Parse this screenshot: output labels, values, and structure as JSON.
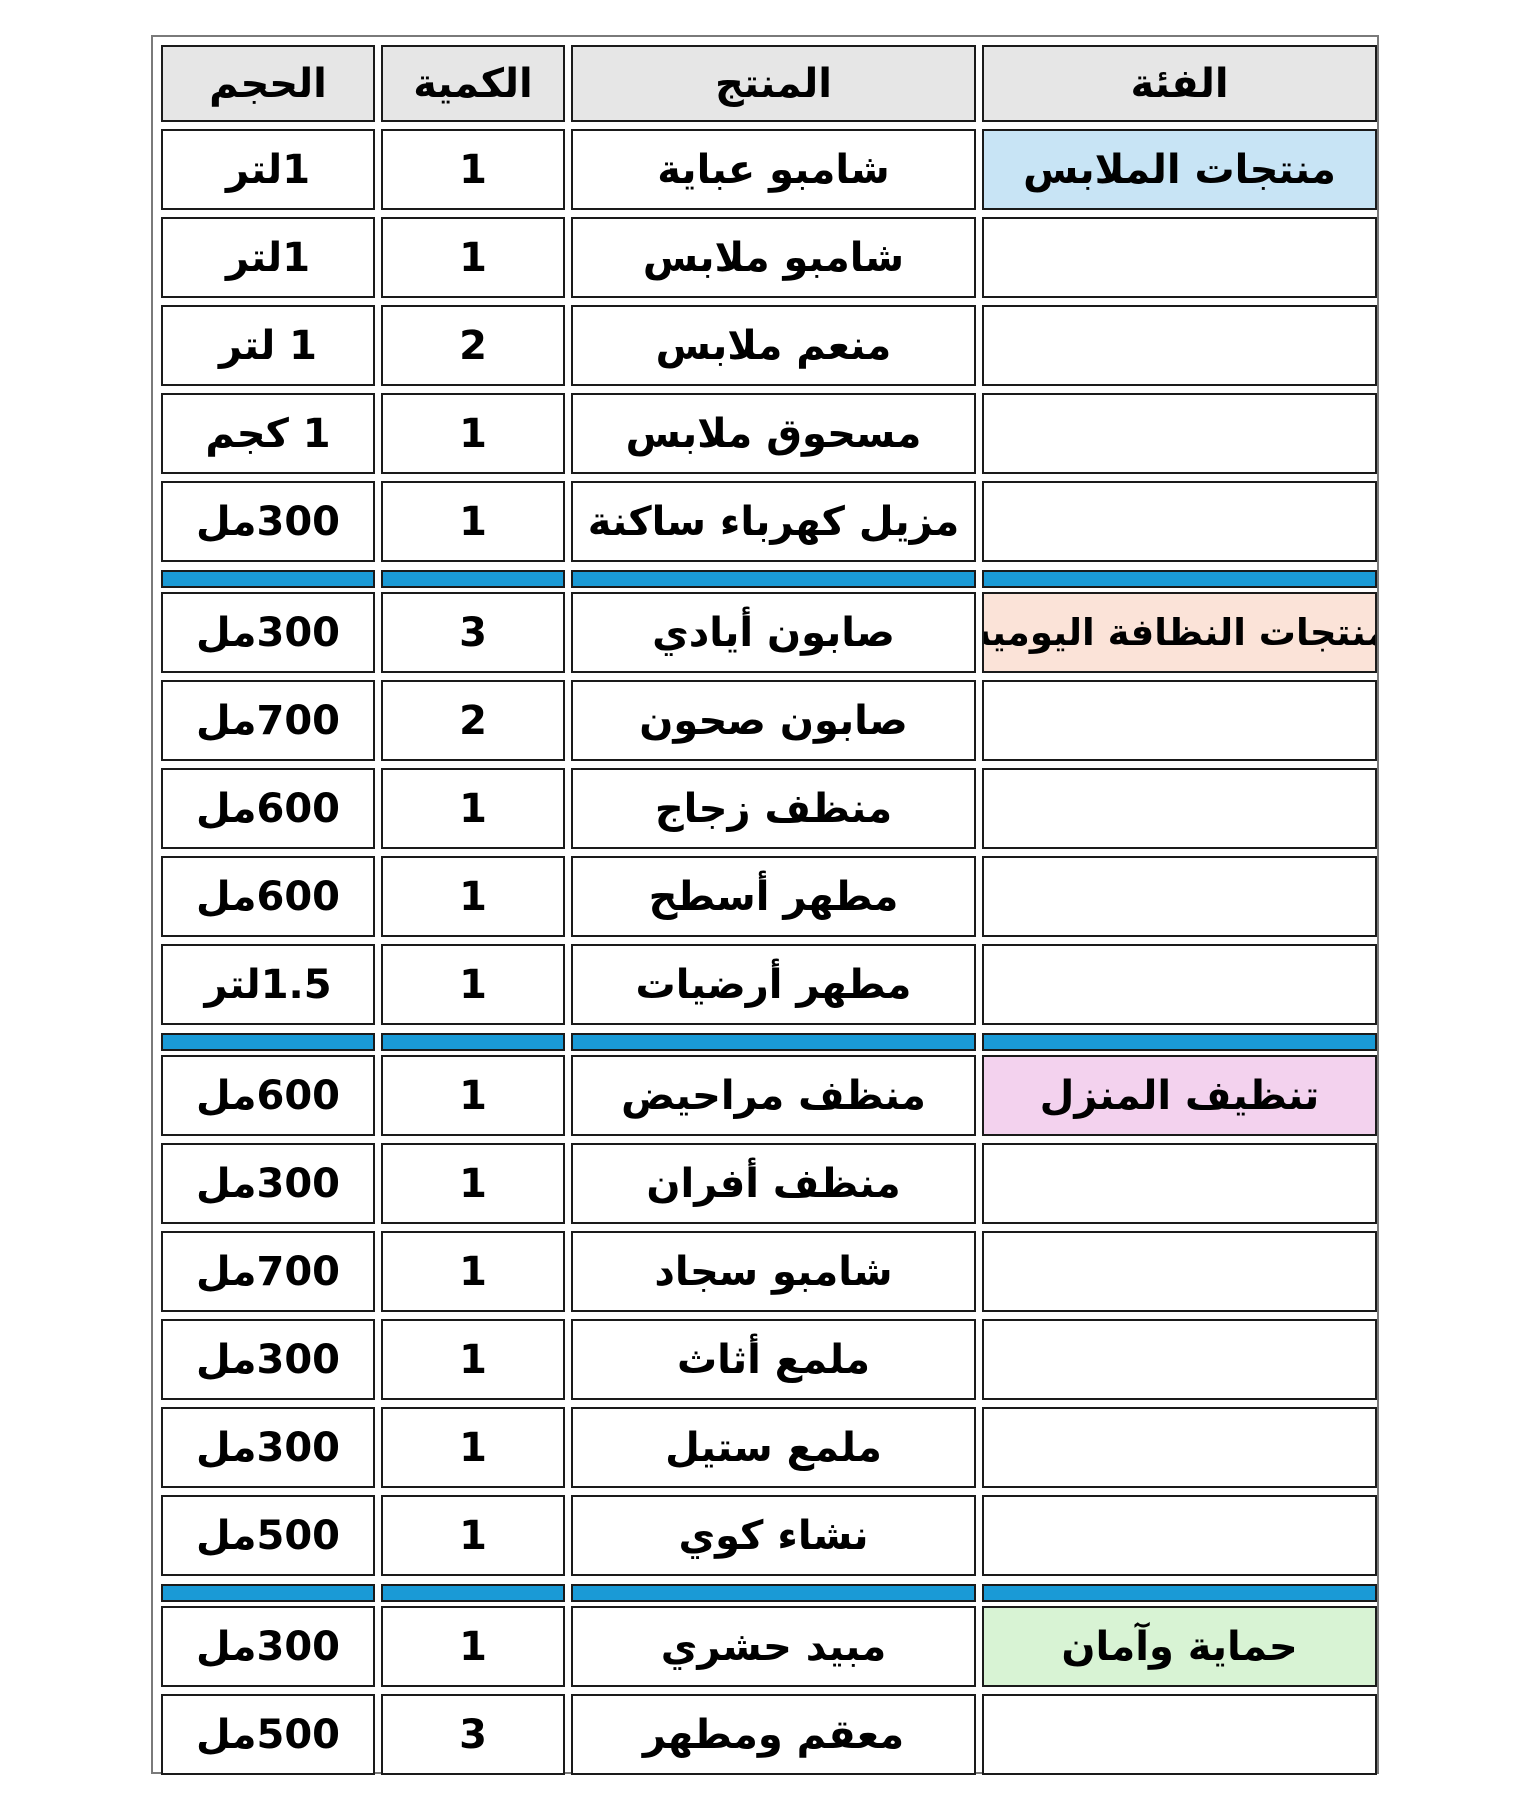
{
  "headers": {
    "category": "الفئة",
    "product": "المنتج",
    "quantity": "الكمية",
    "size": "الحجم"
  },
  "colors": {
    "header_bg": "#e6e6e6",
    "separator": "#1a9ad6",
    "cat_clothing": "#c8e4f5",
    "cat_daily": "#fbe3d8",
    "cat_home": "#f3d2ee",
    "cat_protection": "#d8f3d4"
  },
  "groups": [
    {
      "category": "منتجات الملابس",
      "color_key": "cat_clothing",
      "rows": [
        {
          "product": "شامبو عباية",
          "quantity": "1",
          "size": "1لتر"
        },
        {
          "product": "شامبو ملابس",
          "quantity": "1",
          "size": "1لتر"
        },
        {
          "product": "منعم ملابس",
          "quantity": "2",
          "size": "1 لتر"
        },
        {
          "product": "مسحوق ملابس",
          "quantity": "1",
          "size": "1 كجم"
        },
        {
          "product": "مزيل كهرباء ساكنة",
          "quantity": "1",
          "size": "300مل"
        }
      ]
    },
    {
      "category": "منتجات النظافة اليومية",
      "color_key": "cat_daily",
      "rows": [
        {
          "product": "صابون أيادي",
          "quantity": "3",
          "size": "300مل"
        },
        {
          "product": "صابون صحون",
          "quantity": "2",
          "size": "700مل"
        },
        {
          "product": "منظف زجاج",
          "quantity": "1",
          "size": "600مل"
        },
        {
          "product": "مطهر أسطح",
          "quantity": "1",
          "size": "600مل"
        },
        {
          "product": "مطهر أرضيات",
          "quantity": "1",
          "size": "1.5لتر"
        }
      ]
    },
    {
      "category": "تنظيف المنزل",
      "color_key": "cat_home",
      "rows": [
        {
          "product": "منظف مراحيض",
          "quantity": "1",
          "size": "600مل"
        },
        {
          "product": "منظف أفران",
          "quantity": "1",
          "size": "300مل"
        },
        {
          "product": "شامبو سجاد",
          "quantity": "1",
          "size": "700مل"
        },
        {
          "product": "ملمع أثاث",
          "quantity": "1",
          "size": "300مل"
        },
        {
          "product": "ملمع ستيل",
          "quantity": "1",
          "size": "300مل"
        },
        {
          "product": "نشاء كوي",
          "quantity": "1",
          "size": "500مل"
        }
      ]
    },
    {
      "category": "حماية وآمان",
      "color_key": "cat_protection",
      "rows": [
        {
          "product": "مبيد حشري",
          "quantity": "1",
          "size": "300مل"
        },
        {
          "product": "معقم ومطهر",
          "quantity": "3",
          "size": "500مل"
        }
      ]
    }
  ]
}
